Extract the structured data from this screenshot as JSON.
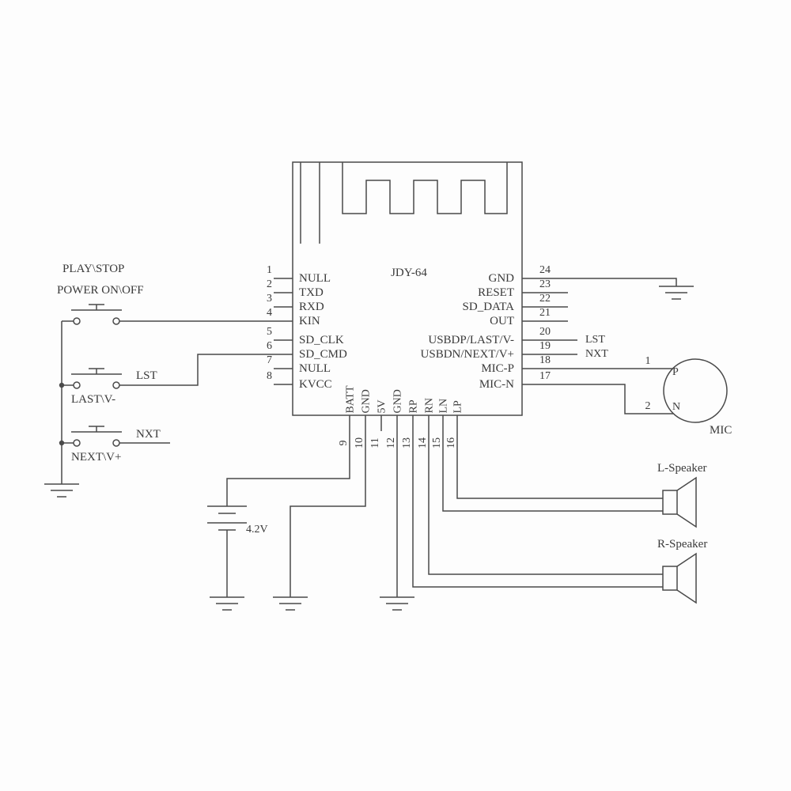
{
  "diagram": {
    "ic": {
      "name": "JDY-64",
      "left_pins": [
        {
          "num": "1",
          "label": "NULL"
        },
        {
          "num": "2",
          "label": "TXD"
        },
        {
          "num": "3",
          "label": "RXD"
        },
        {
          "num": "4",
          "label": "KIN"
        },
        {
          "num": "5",
          "label": "SD_CLK"
        },
        {
          "num": "6",
          "label": "SD_CMD"
        },
        {
          "num": "7",
          "label": "NULL"
        },
        {
          "num": "8",
          "label": "KVCC"
        }
      ],
      "right_pins": [
        {
          "num": "24",
          "label": "GND"
        },
        {
          "num": "23",
          "label": "RESET"
        },
        {
          "num": "22",
          "label": "SD_DATA"
        },
        {
          "num": "21",
          "label": "OUT"
        },
        {
          "num": "20",
          "label": "USBDP/LAST/V-",
          "net": "LST"
        },
        {
          "num": "19",
          "label": "USBDN/NEXT/V+",
          "net": "NXT"
        },
        {
          "num": "18",
          "label": "MIC-P"
        },
        {
          "num": "17",
          "label": "MIC-N"
        }
      ],
      "bottom_pins": [
        {
          "num": "9",
          "label": "BATT"
        },
        {
          "num": "10",
          "label": "GND"
        },
        {
          "num": "11",
          "label": "5V"
        },
        {
          "num": "12",
          "label": "GND"
        },
        {
          "num": "13",
          "label": "RP"
        },
        {
          "num": "14",
          "label": "RN"
        },
        {
          "num": "15",
          "label": "LN"
        },
        {
          "num": "16",
          "label": "LP"
        }
      ]
    },
    "buttons": {
      "play": {
        "line1": "PLAY\\STOP",
        "line2": "POWER ON\\OFF"
      },
      "last": {
        "net": "LST",
        "caption": "LAST\\V-"
      },
      "next": {
        "net": "NXT",
        "caption": "NEXT\\V+"
      }
    },
    "battery": {
      "label": "4.2V"
    },
    "mic": {
      "caption": "MIC",
      "pos": "P",
      "neg": "N",
      "t1": "1",
      "t2": "2"
    },
    "speakers": {
      "left": "L-Speaker",
      "right": "R-Speaker"
    }
  }
}
